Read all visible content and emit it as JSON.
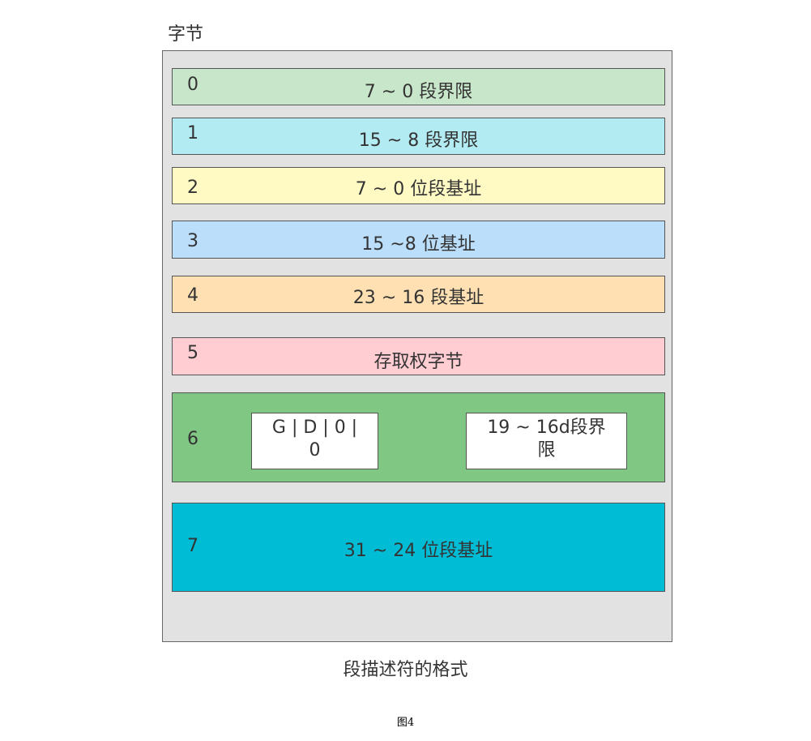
{
  "header": {
    "label": "字节"
  },
  "rows": [
    {
      "index": "0",
      "text": "7 ~ 0 段界限",
      "color": "#c8e6c9"
    },
    {
      "index": "1",
      "text": "15 ~ 8 段界限",
      "color": "#b2ebf2"
    },
    {
      "index": "2",
      "text": "7 ~ 0 位段基址",
      "color": "#fff9c4"
    },
    {
      "index": "3",
      "text": "15 ~8 位基址",
      "color": "#bbdefb"
    },
    {
      "index": "4",
      "text": "23 ~ 16 段基址",
      "color": "#ffe0b2"
    },
    {
      "index": "5",
      "text": "存取权字节",
      "color": "#ffcdd2"
    },
    {
      "index": "6",
      "color": "#81c784",
      "box_left": {
        "line1": "G | D | 0 |",
        "line2": "0"
      },
      "box_right": {
        "line1": "19 ~ 16d段界",
        "line2": "限"
      }
    },
    {
      "index": "7",
      "text": "31 ~ 24 位段基址",
      "color": "#00bcd4"
    }
  ],
  "caption": "段描述符的格式",
  "figure_label": "图4"
}
